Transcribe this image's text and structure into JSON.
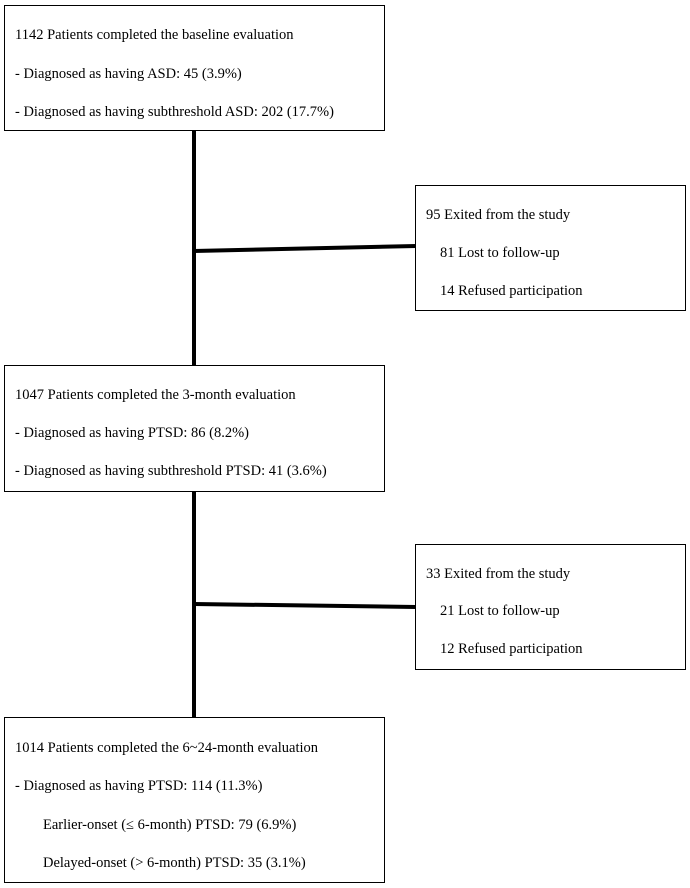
{
  "baseline": {
    "title": "1142 Patients completed the baseline evaluation",
    "items": [
      "-   Diagnosed as having ASD: 45 (3.9%)",
      "-   Diagnosed as having subthreshold ASD: 202 (17.7%)"
    ]
  },
  "exit1": {
    "title": "95 Exited from the study",
    "items": [
      "81 Lost to follow-up",
      "14 Refused participation"
    ]
  },
  "month3": {
    "title": "1047 Patients completed the 3-month evaluation",
    "items": [
      "-   Diagnosed as having PTSD: 86 (8.2%)",
      "-   Diagnosed as having subthreshold PTSD: 41 (3.6%)"
    ]
  },
  "exit2": {
    "title": "33 Exited from the study",
    "items": [
      "21 Lost to follow-up",
      "12 Refused participation"
    ]
  },
  "final": {
    "title": "1014 Patients completed the 6~24-month evaluation",
    "items": [
      "-   Diagnosed as having PTSD: 114 (11.3%)",
      "Earlier-onset (≤ 6-month) PTSD: 79 (6.9%)",
      "Delayed-onset (> 6-month) PTSD: 35 (3.1%)"
    ]
  }
}
